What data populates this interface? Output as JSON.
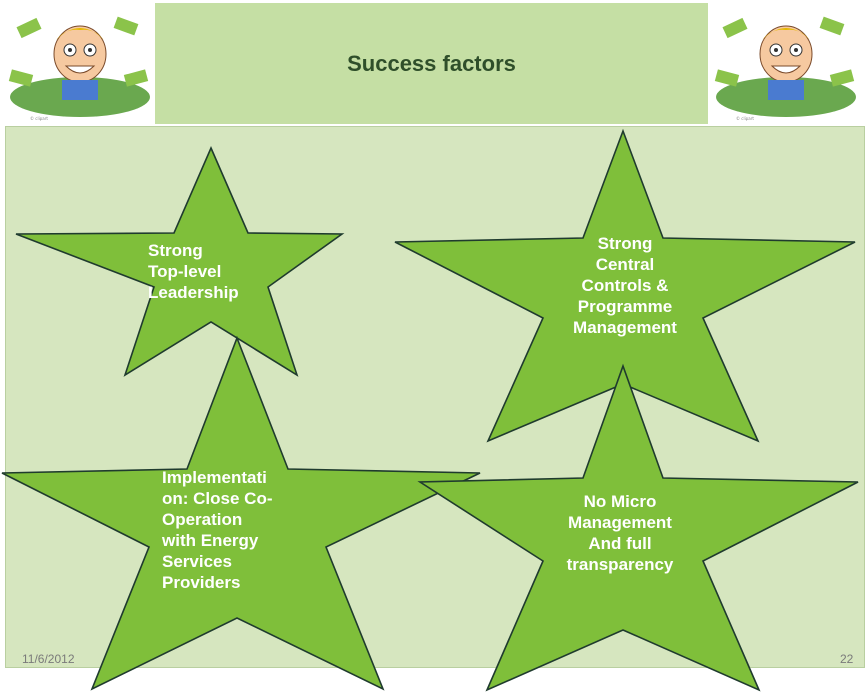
{
  "title": "Success factors",
  "footer": {
    "date": "11/6/2012",
    "page": "22"
  },
  "colors": {
    "title_fill": "#c5dfa4",
    "content_fill": "#d6e6bf",
    "star_fill": "#7fbf3a",
    "star_outline": "#1f3b2e",
    "star_text": "#ffffff"
  },
  "clipart": {
    "left": "cartoon-man-with-money-icon",
    "right": "cartoon-man-with-money-icon"
  },
  "stars": [
    {
      "label": "Strong\nTop-level\nLeadership"
    },
    {
      "label": "Strong\nCentral\nControls &\nProgramme\nManagement"
    },
    {
      "label": "Implementati\non: Close Co-\nOperation\nwith Energy\nServices\nProviders"
    },
    {
      "label": "No  Micro\nManagement\nAnd full\ntransparency"
    }
  ]
}
